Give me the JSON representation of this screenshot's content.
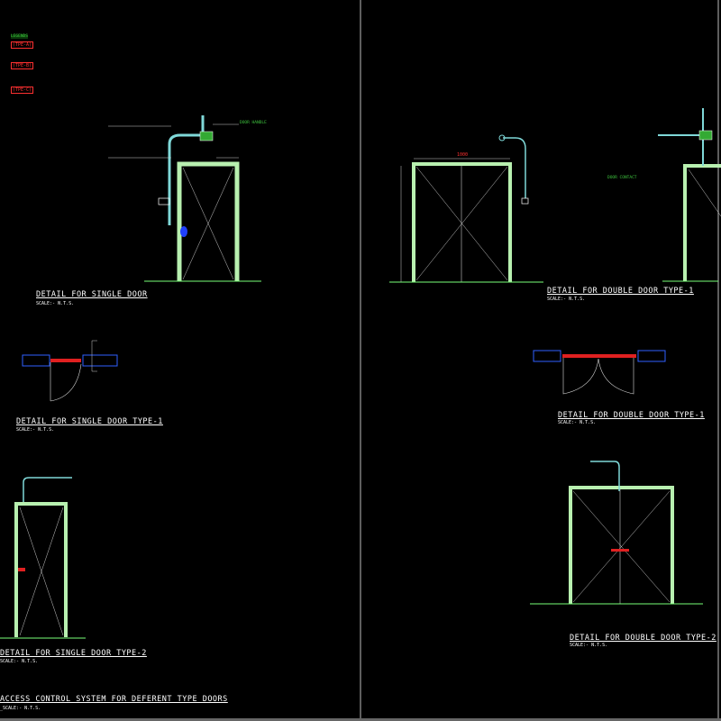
{
  "legend": {
    "heading": "LEGENDS",
    "types": [
      "(TPE-A)",
      "(TPE-B)",
      "(TPE-C)"
    ]
  },
  "details": {
    "single_door": {
      "title": "DETAIL FOR SINGLE DOOR",
      "scale": "SCALE:- N.T.S."
    },
    "single_door_type1": {
      "title": "DETAIL FOR SINGLE  DOOR TYPE-1",
      "scale": "SCALE:- N.T.S."
    },
    "single_door_type2": {
      "title": "DETAIL FOR SINGLE DOOR TYPE-2",
      "scale": "SCALE:- N.T.S."
    },
    "double_door_type1_elev": {
      "title": "DETAIL FOR DOUBLE DOOR TYPE-1",
      "scale": "SCALE:- N.T.S."
    },
    "double_door_type1_plan": {
      "title": "DETAIL FOR DOUBLE DOOR TYPE-1",
      "scale": "SCALE:- N.T.S."
    },
    "double_door_type2": {
      "title": "DETAIL FOR DOUBLE DOOR TYPE-2",
      "scale": "SCALE:- N.T.S."
    }
  },
  "sheet": {
    "title": "ACCESS CONTROL SYSTEM FOR DEFERENT TYPE DOORS",
    "scale": "_SCALE:- N.T.S."
  },
  "labels": {
    "door_contact": "DOOR CONTACT",
    "door_handle": "DOOR HANDLE",
    "width_dim": "1000"
  },
  "colors": {
    "background": "#000000",
    "frame": "#b8f0b0",
    "conduit": "#7fd8d8",
    "text": "#3ec43e",
    "device": "#ff3030",
    "hinge": "#2040ff"
  }
}
